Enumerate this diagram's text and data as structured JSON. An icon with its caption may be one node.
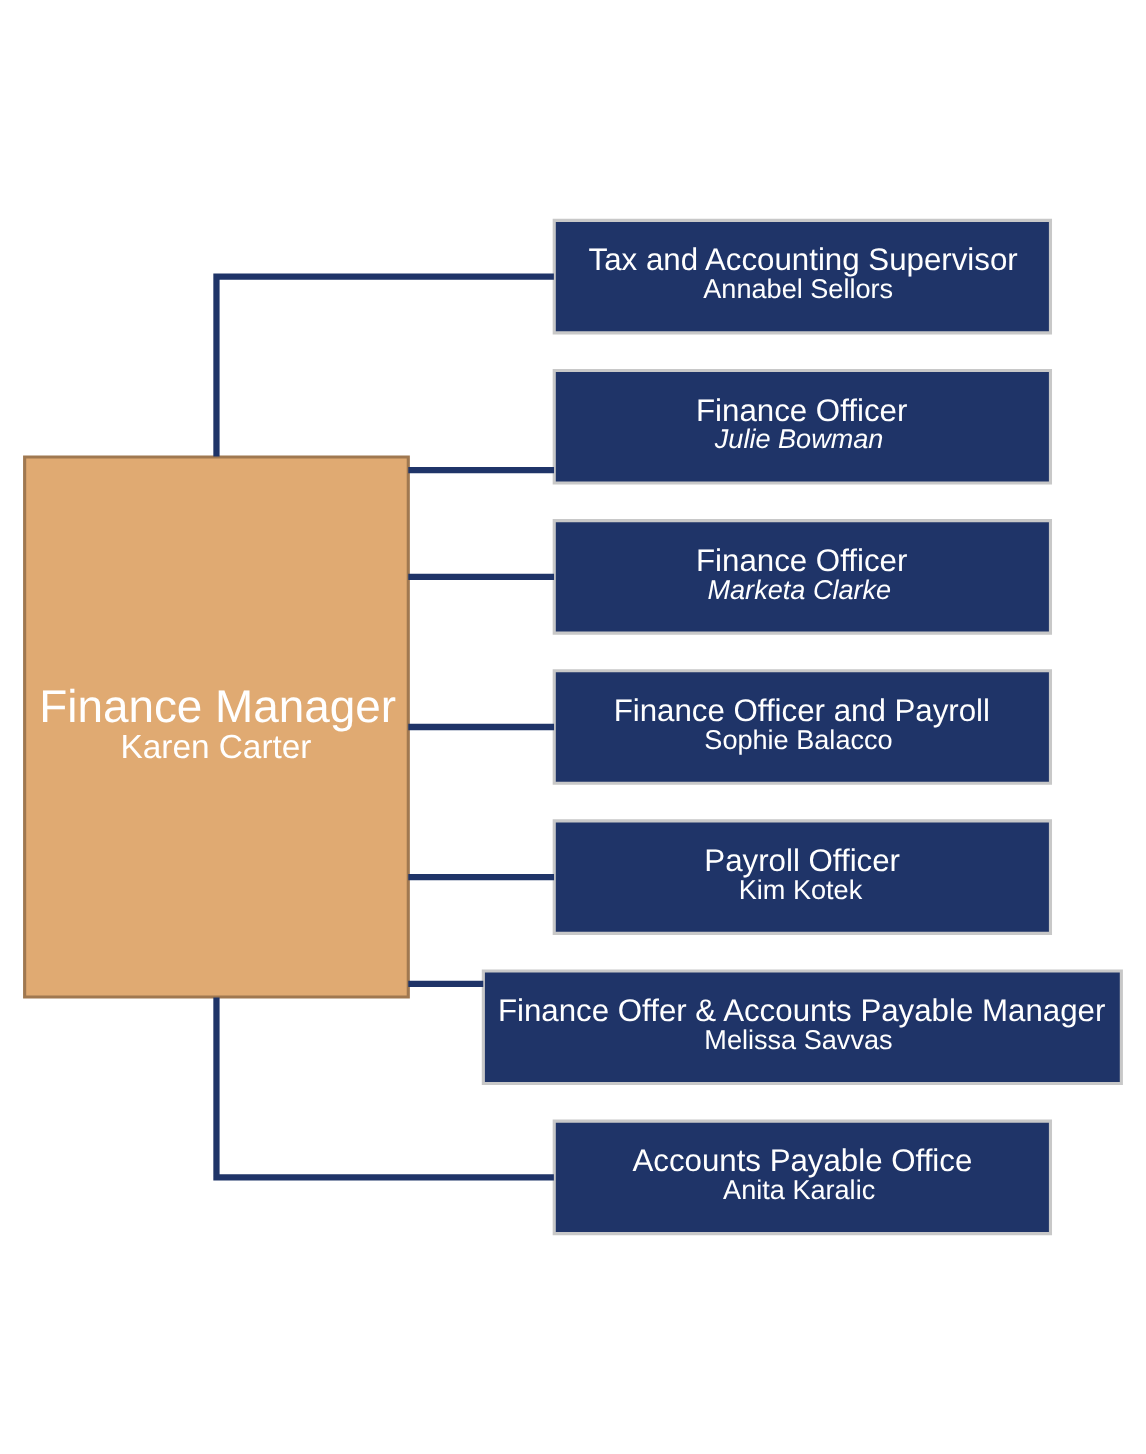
{
  "diagram": {
    "nodes": [
      {
        "text": [
          "Finance Manager",
          "Karen Carter"
        ]
      },
      {
        "text": [
          "Tax and Accounting Supervisor",
          "Annabel Sellors"
        ]
      },
      {
        "text": [
          "Finance Officer",
          "Julie Bowman"
        ]
      },
      {
        "text": [
          "Finance Officer",
          "Marketa Clarke"
        ]
      },
      {
        "text": [
          "Finance Officer and Payroll",
          "Sophie Balacco"
        ]
      },
      {
        "text": [
          "Payroll Officer",
          "Kim Kotek"
        ]
      },
      {
        "text": [
          "Finance Offer & Accounts Payable Manager",
          "Melissa Savvas"
        ]
      },
      {
        "text": [
          "Accounts Payable Office",
          "Anita Karalic"
        ]
      }
    ],
    "edges": [
      {
        "from": 0,
        "to": 1,
        "arrow": "none"
      },
      {
        "from": 0,
        "to": 2,
        "arrow": "none"
      },
      {
        "from": 0,
        "to": 3,
        "arrow": "none"
      },
      {
        "from": 0,
        "to": 4,
        "arrow": "none"
      },
      {
        "from": 0,
        "to": 5,
        "arrow": "none"
      },
      {
        "from": 0,
        "to": 6,
        "arrow": "none"
      },
      {
        "from": 0,
        "to": 7,
        "arrow": "none"
      }
    ]
  }
}
